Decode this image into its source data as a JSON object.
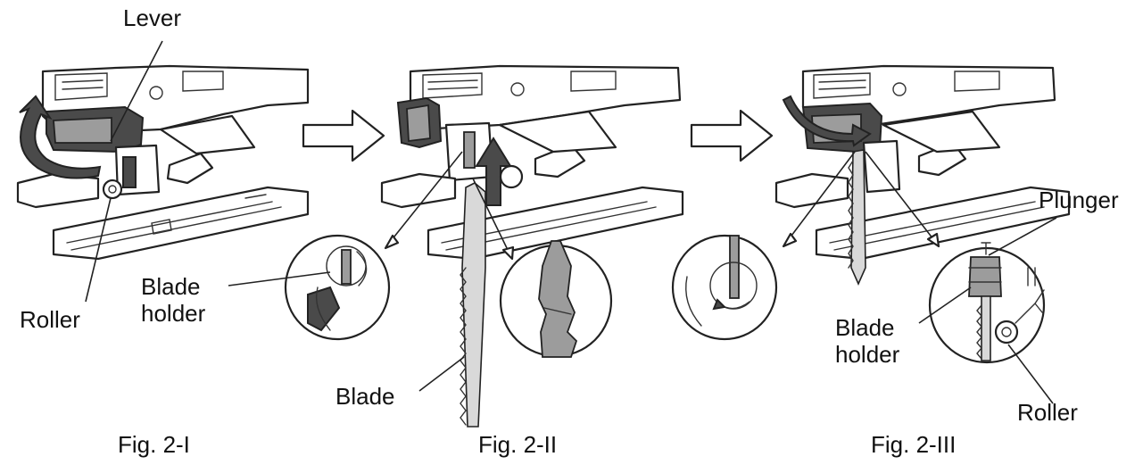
{
  "figures": [
    {
      "caption": "Fig. 2-I",
      "labels": {
        "lever": "Lever",
        "roller": "Roller"
      }
    },
    {
      "caption": "Fig. 2-II",
      "labels": {
        "blade_holder": "Blade\nholder",
        "blade": "Blade"
      }
    },
    {
      "caption": "Fig. 2-III",
      "labels": {
        "plunger": "Plunger",
        "blade_holder": "Blade\nholder",
        "roller": "Roller"
      }
    }
  ],
  "colors": {
    "line": "#222222",
    "dark_part": "#4a4a4a",
    "grey_part": "#9c9c9c",
    "background": "#ffffff"
  },
  "icons": [
    "rotate-arrow-icon",
    "step-arrow-icon",
    "up-arrow-icon",
    "magnify-leader-icon"
  ]
}
